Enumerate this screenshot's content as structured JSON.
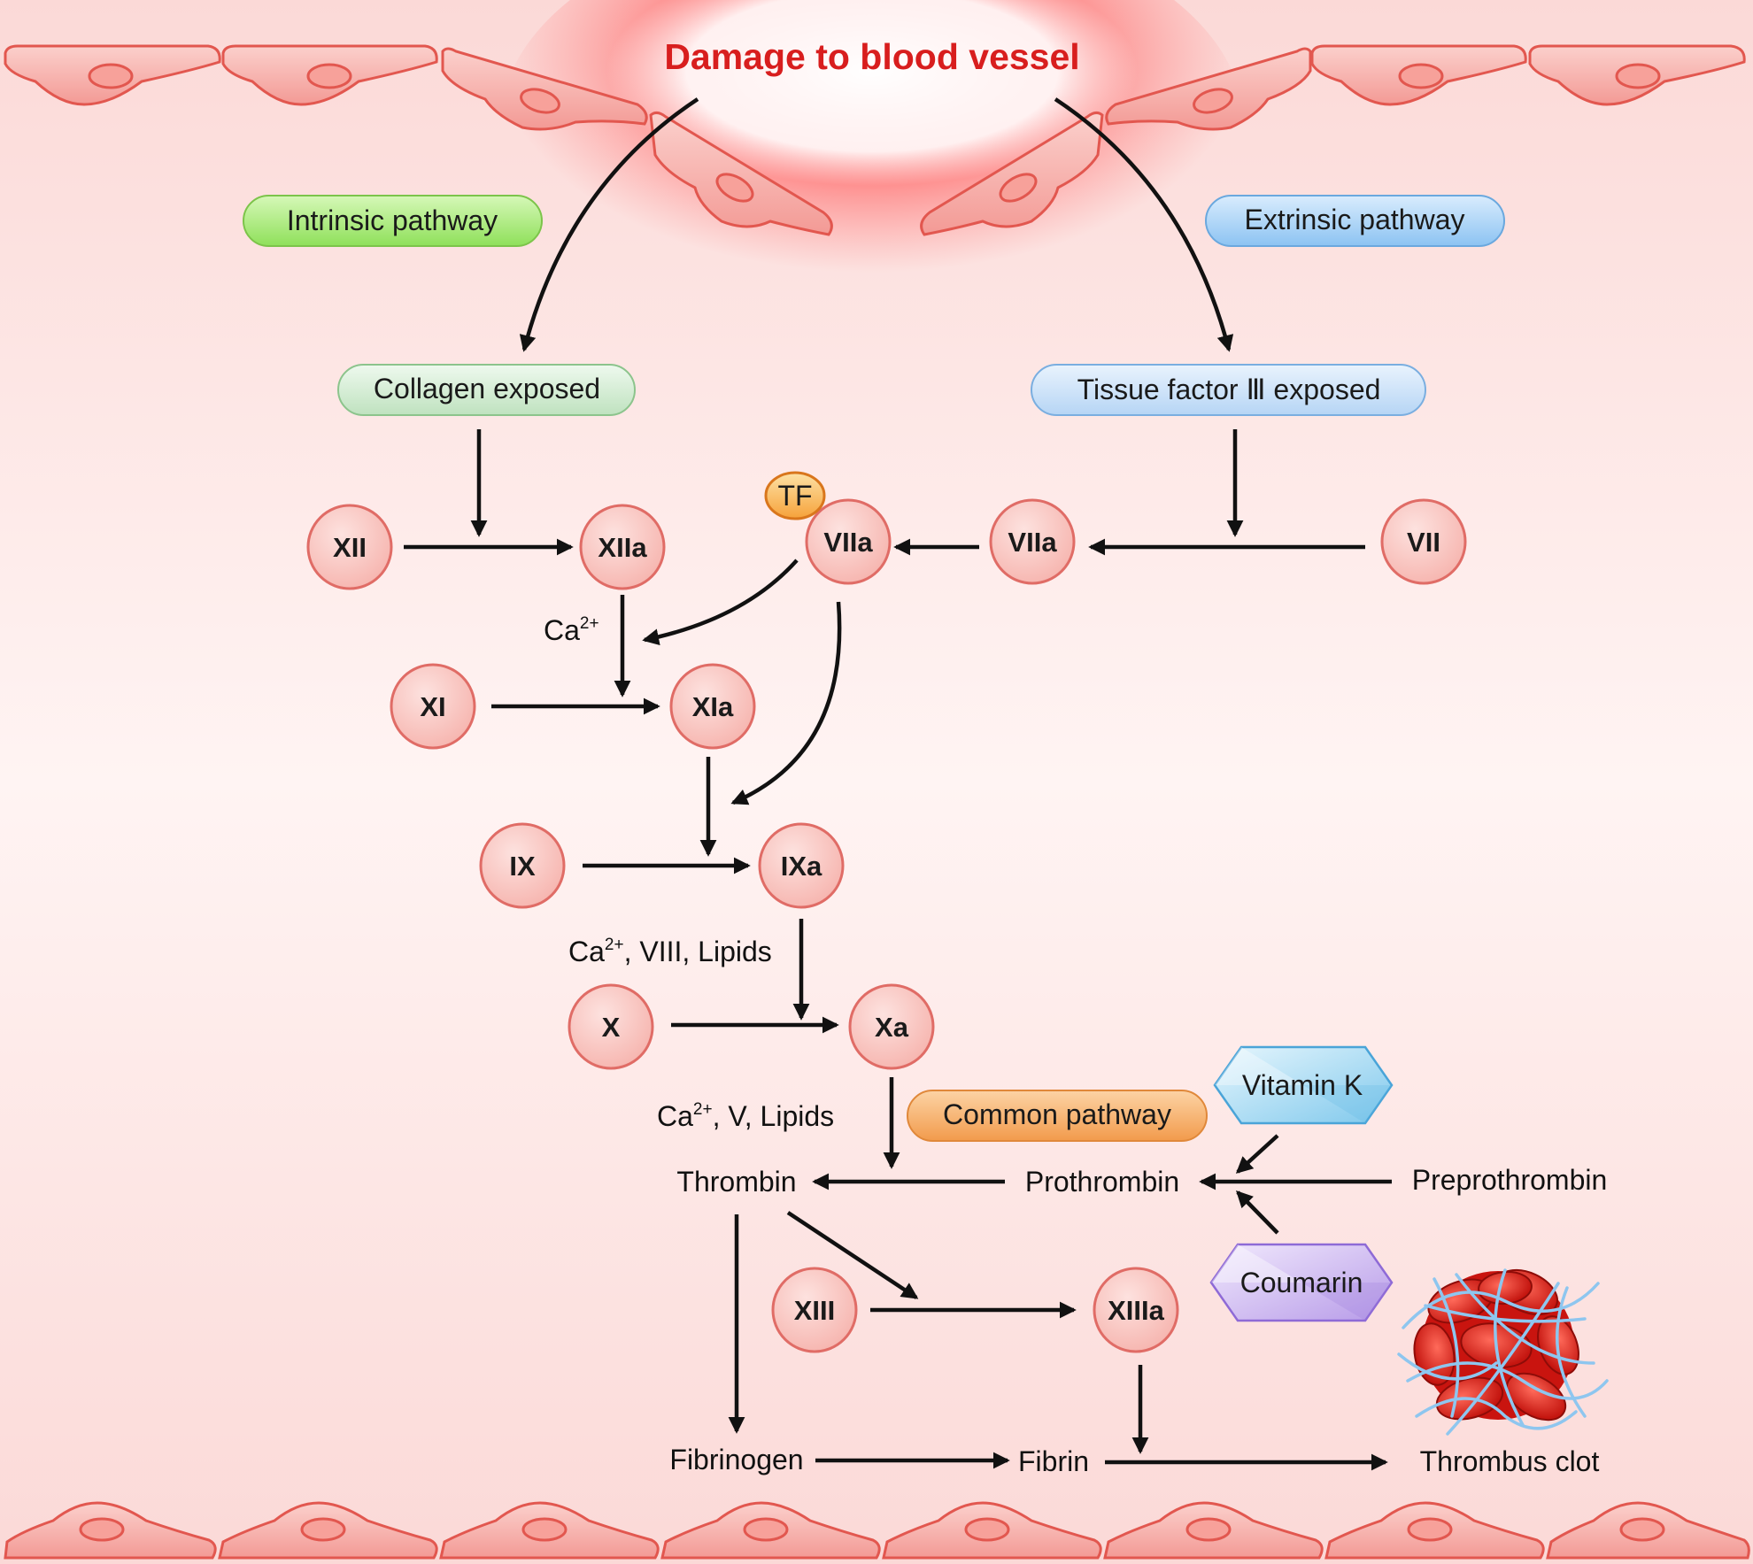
{
  "title": "Damage to blood vessel",
  "pathways": {
    "intrinsic": "Intrinsic pathway",
    "extrinsic": "Extrinsic pathway",
    "common": "Common pathway"
  },
  "exposed": {
    "collagen": "Collagen exposed",
    "tissue_factor": "Tissue factor Ⅲ exposed"
  },
  "factors": {
    "XII": "XII",
    "XIIa": "XIIa",
    "TF": "TF",
    "VIIa_tf": "VIIa",
    "VIIa": "VIIa",
    "VII": "VII",
    "XI": "XI",
    "XIa": "XIa",
    "IX": "IX",
    "IXa": "IXa",
    "X": "X",
    "Xa": "Xa",
    "XIII": "XIII",
    "XIIIa": "XIIIa"
  },
  "cofactors": {
    "ca": "Ca",
    "ca_sup": "2+",
    "viii_rest": ", VIII, Lipids",
    "v_rest": ", V, Lipids"
  },
  "products": {
    "thrombin": "Thrombin",
    "prothrombin": "Prothrombin",
    "preprothrombin": "Preprothrombin",
    "fibrinogen": "Fibrinogen",
    "fibrin": "Fibrin",
    "thrombus": "Thrombus clot"
  },
  "drugs": {
    "vitamin_k": "Vitamin K",
    "coumarin": "Coumarin"
  },
  "colors": {
    "title_red": "#d81e1e",
    "intrinsic_pill": "#a9ec7c",
    "extrinsic_pill": "#a9d4f7",
    "collagen_pill": "#d6eed6",
    "tissue_pill": "#cfe3f8",
    "common_pill": "#f6b36f",
    "factor_circle": "#f8c7c3",
    "factor_stroke": "#e06c66",
    "tf_badge": "#f9b54c",
    "vitamin_k": "#a8dcf4",
    "coumarin": "#d4c1f2",
    "endothelium": "#f6a7a4",
    "background": "#fde9e8"
  }
}
